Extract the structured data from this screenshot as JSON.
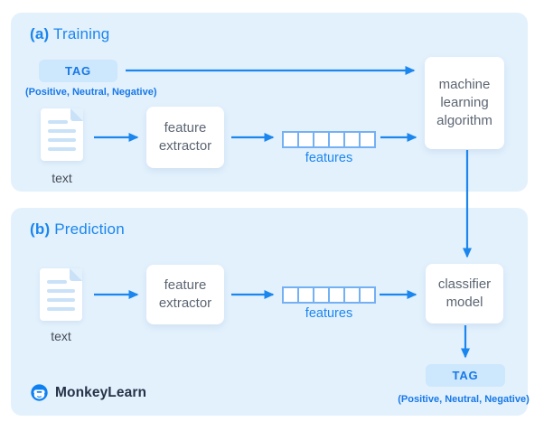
{
  "colors": {
    "accent": "#1b86ee",
    "panel": "#e3f1fd",
    "tag_bg": "#cde7fc",
    "tag_text": "#1778e8",
    "box_text": "#5d6673",
    "text_label": "#454c57",
    "logo_text": "#263248",
    "cell_border": "#74b0f4",
    "doc_line": "#c9e2f8"
  },
  "sections": {
    "training": {
      "prefix": "(a)",
      "title": "Training",
      "tag_label": "TAG",
      "tag_note": "(Positive, Neutral, Negative)",
      "doc_label": "text",
      "extractor_label": "feature extractor",
      "features_label": "features",
      "features_count": 6,
      "model_label": "machine learning algorithm"
    },
    "prediction": {
      "prefix": "(b)",
      "title": "Prediction",
      "doc_label": "text",
      "extractor_label": "feature extractor",
      "features_label": "features",
      "features_count": 6,
      "model_label": "classifier model",
      "tag_label": "TAG",
      "tag_note": "(Positive, Neutral, Negative)"
    }
  },
  "footer": {
    "logo_text": "MonkeyLearn"
  }
}
